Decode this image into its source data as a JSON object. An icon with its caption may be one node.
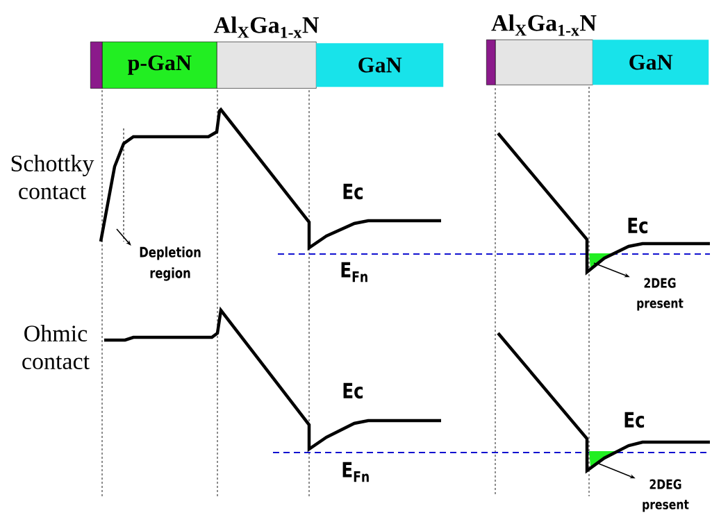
{
  "diagram": {
    "nodes": [
      {
        "text": [],
        "shape": "bar"
      },
      {
        "text": [
          "p-GaN"
        ]
      },
      {
        "text": [
          "Al$_{X}$Ga$_{1-x}$N"
        ]
      },
      {
        "text": [
          "GaN"
        ]
      },
      {
        "text": [],
        "shape": "bar"
      },
      {
        "text": [
          "Al$_{X}$Ga$_{1-x}$N"
        ]
      },
      {
        "text": [
          "GaN"
        ]
      },
      {
        "text": [
          "Depletion region"
        ]
      },
      {
        "text": [
          "2DEG present"
        ]
      },
      {
        "text": [
          "2DEG present"
        ]
      }
    ],
    "edges": [
      {
        "from": null,
        "to": 7,
        "arrow": "to"
      },
      {
        "from": null,
        "to": 8,
        "arrow": "to"
      },
      {
        "from": null,
        "to": 9,
        "arrow": "to"
      }
    ],
    "labels": [
      "Schottky contact",
      "Ec",
      "E$_{Fn}$",
      "Ec",
      "Ohmic contact",
      "Ec",
      "E$_{Fn}$",
      "Ec"
    ]
  }
}
